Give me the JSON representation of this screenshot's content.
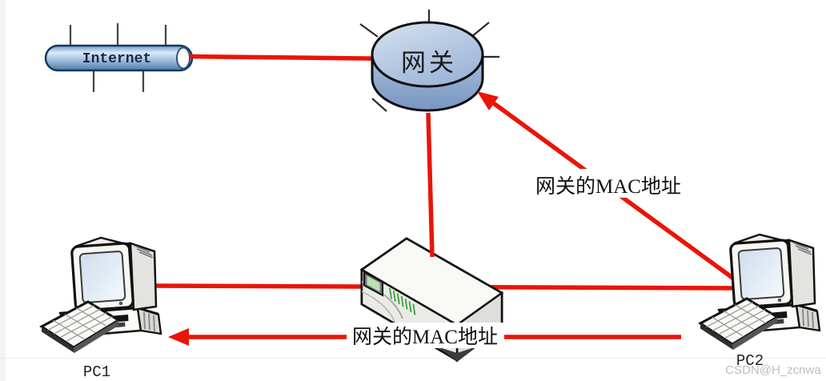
{
  "diagram": {
    "internet": {
      "label": "Internet"
    },
    "gateway": {
      "label": "网关"
    },
    "pc1": {
      "label": "PC1"
    },
    "pc2": {
      "label": "PC2"
    },
    "annotations": {
      "upper_mac_label": "网关的MAC地址",
      "lower_mac_label": "网关的MAC地址"
    },
    "watermark": "CSDN@H_zcnwa",
    "colors": {
      "link_red": "#ea1408",
      "router_blue": "#a7bddb",
      "pipe_blue": "#7ba3cd",
      "led_green": "#44a344"
    }
  }
}
